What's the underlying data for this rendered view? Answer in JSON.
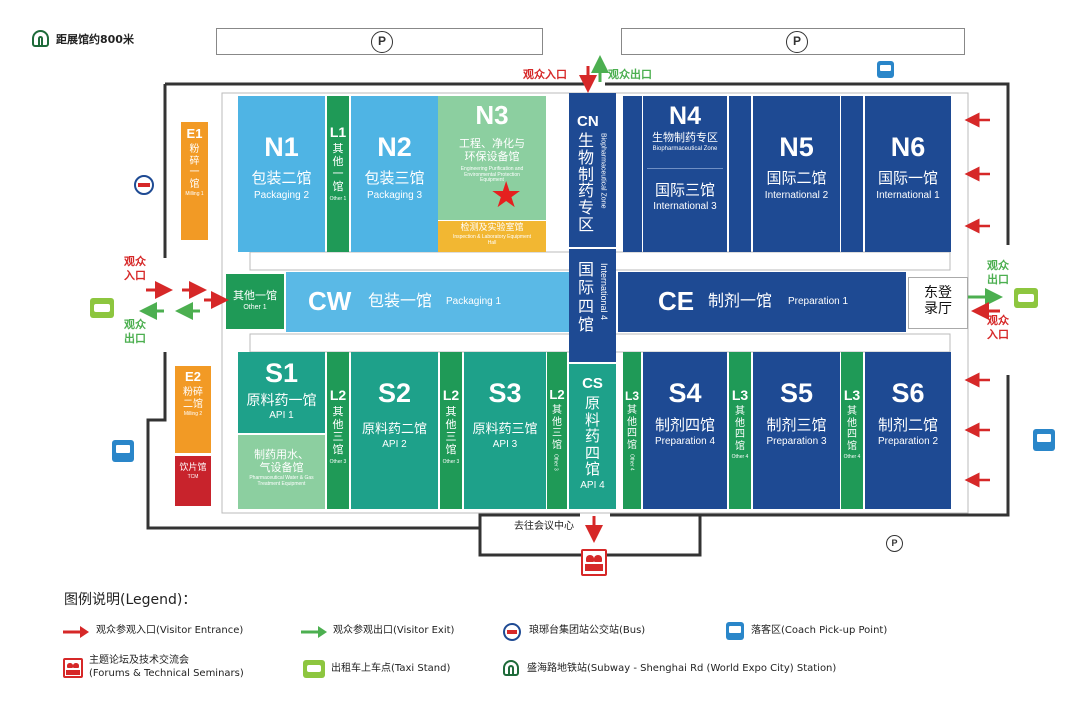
{
  "colors": {
    "blue_light": "#4FB4E4",
    "blue_light2": "#5AB9E6",
    "navy": "#1E4A93",
    "green_light": "#8CCFA0",
    "green_dark": "#1F9A57",
    "teal": "#1EA18A",
    "yellow": "#F2B732",
    "orange": "#F29A25",
    "red": "#C8232C",
    "entry_red": "#D62828",
    "exit_green": "#4CAF50"
  },
  "top": {
    "subway_note": "距展馆约800米",
    "parking_symbol": "P"
  },
  "markers": {
    "entrance_top": "观众入口",
    "exit_top": "观众出口",
    "entrance_left": "观众\n入口",
    "exit_left": "观众\n出口",
    "exit_right": "观众\n出口",
    "entrance_right": "观众\n入口",
    "conference": "去往会议中心",
    "star": "★"
  },
  "halls": {
    "e1": {
      "code": "E1",
      "name": "粉碎一馆",
      "sub": "Milling 1"
    },
    "e2": {
      "code": "E2",
      "name": "粉碎二馆",
      "sub": "Milling 2"
    },
    "tcm": {
      "name": "饮片馆",
      "sub": "TCM"
    },
    "n1": {
      "code": "N1",
      "name": "包装二馆",
      "sub": "Packaging 2"
    },
    "l1": {
      "code": "L1",
      "name": "其他一馆",
      "sub": "Other 1"
    },
    "n2": {
      "code": "N2",
      "name": "包装三馆",
      "sub": "Packaging 3"
    },
    "n3": {
      "code": "N3",
      "name": "工程、净化与\n环保设备馆",
      "sub": "Engineering Purification and Environmental Protection Equipment",
      "lab": "检测及实验室馆",
      "lab_sub": "Inspection & Laboratory Equipment Hall"
    },
    "cn": {
      "code": "CN",
      "name": "生物制药专区",
      "sub": "Biopharmaceutical Zone"
    },
    "n4": {
      "code": "N4",
      "name": "生物制药专区",
      "sub": "Biopharmaceutical Zone",
      "name2": "国际三馆",
      "sub2": "International 3"
    },
    "n5": {
      "code": "N5",
      "name": "国际二馆",
      "sub": "International 2"
    },
    "n6": {
      "code": "N6",
      "name": "国际一馆",
      "sub": "International 1"
    },
    "other1": {
      "name": "其他一馆",
      "sub": "Other 1"
    },
    "cw": {
      "code": "CW",
      "name": "包装一馆",
      "sub": "Packaging 1"
    },
    "intl4": {
      "name": "国际四馆",
      "sub": "International 4"
    },
    "ce": {
      "code": "CE",
      "name": "制剂一馆",
      "sub": "Preparation 1"
    },
    "lobby": {
      "name": "东登\n录厅"
    },
    "s1": {
      "code": "S1",
      "name": "原料药一馆",
      "sub": "API 1",
      "name2": "制药用水、\n气设备馆",
      "sub2": "Pharmaceutical Water & Gas Treatment Equipment"
    },
    "l2a": {
      "code": "L2",
      "name": "其他三馆",
      "sub": "Other 3"
    },
    "s2": {
      "code": "S2",
      "name": "原料药二馆",
      "sub": "API 2"
    },
    "l2b": {
      "code": "L2",
      "name": "其他三馆",
      "sub": "Other 3"
    },
    "s3": {
      "code": "S3",
      "name": "原料药三馆",
      "sub": "API 3"
    },
    "l2c": {
      "code": "L2",
      "name": "其他三馆",
      "sub": "Other 3"
    },
    "cs": {
      "code": "CS",
      "name": "原料药四馆",
      "sub": "API 4"
    },
    "l3a": {
      "code": "L3",
      "name": "其他四馆",
      "sub": "Other 4"
    },
    "s4": {
      "code": "S4",
      "name": "制剂四馆",
      "sub": "Preparation 4"
    },
    "l3b": {
      "code": "L3",
      "name": "其他四馆",
      "sub": "Other 4"
    },
    "s5": {
      "code": "S5",
      "name": "制剂三馆",
      "sub": "Preparation 3"
    },
    "l3c": {
      "code": "L3",
      "name": "其他四馆",
      "sub": "Other 4"
    },
    "s6": {
      "code": "S6",
      "name": "制剂二馆",
      "sub": "Preparation 2"
    }
  },
  "legend": {
    "title": "图例说明(Legend)：",
    "entrance": "观众参观入口(Visitor Entrance)",
    "exit": "观众参观出口(Visitor Exit)",
    "bus": "琅琊台集团站公交站(Bus)",
    "coach": "落客区(Coach Pick-up Point)",
    "forum": "主题论坛及技术交流会\n(Forums & Technical Seminars)",
    "taxi": "出租车上车点(Taxi Stand)",
    "subway": "盛海路地铁站(Subway - Shenghai Rd (World Expo City) Station)"
  }
}
